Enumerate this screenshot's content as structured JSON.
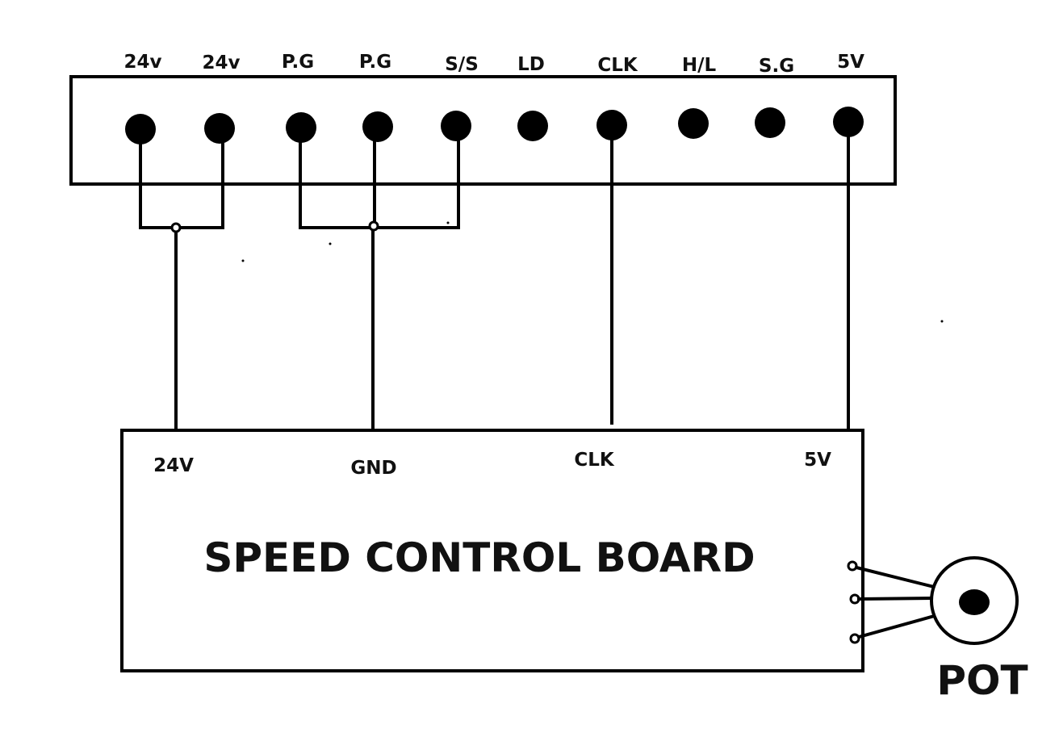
{
  "terminal_block": {
    "terminals": [
      {
        "label": "24v"
      },
      {
        "label": "24v"
      },
      {
        "label": "P.G"
      },
      {
        "label": "P.G"
      },
      {
        "label": "S/S"
      },
      {
        "label": "LD"
      },
      {
        "label": "CLK"
      },
      {
        "label": "H/L"
      },
      {
        "label": "S.G"
      },
      {
        "label": "5V"
      }
    ]
  },
  "speed_control_board": {
    "title": "SPEED CONTROL BOARD",
    "inputs": [
      {
        "label": "24V"
      },
      {
        "label": "GND"
      },
      {
        "label": "CLK"
      },
      {
        "label": "5V"
      }
    ]
  },
  "potentiometer": {
    "label": "POT"
  }
}
